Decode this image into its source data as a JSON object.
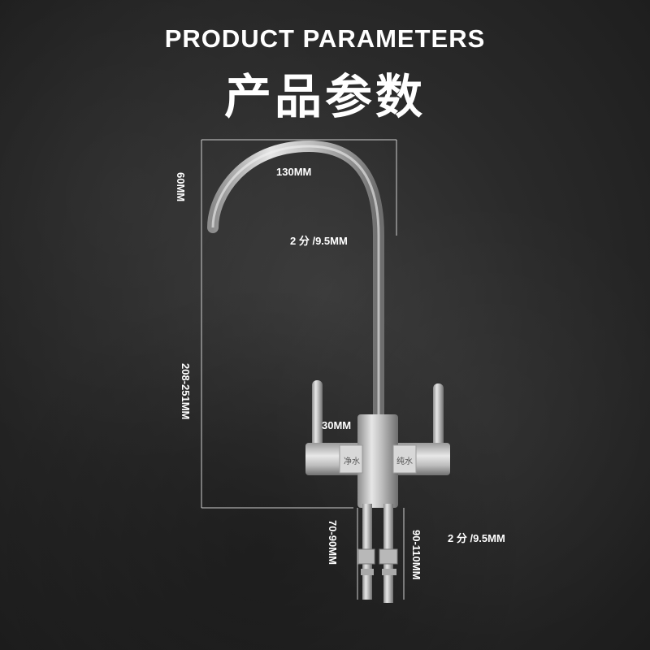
{
  "header": {
    "title_en": "PRODUCT PARAMETERS",
    "title_zh": "产品参数"
  },
  "dimensions": {
    "spout_height": "60MM",
    "spout_reach": "130MM",
    "pipe_size": "2 分 /9.5MM",
    "total_height": "208-251MM",
    "body_width": "30MM",
    "left_inlet_length": "70-90MM",
    "right_inlet_length": "90-110MM",
    "inlet_pipe_size": "2 分 /9.5MM"
  },
  "faucet": {
    "left_marking": "净水",
    "right_marking": "纯水"
  }
}
